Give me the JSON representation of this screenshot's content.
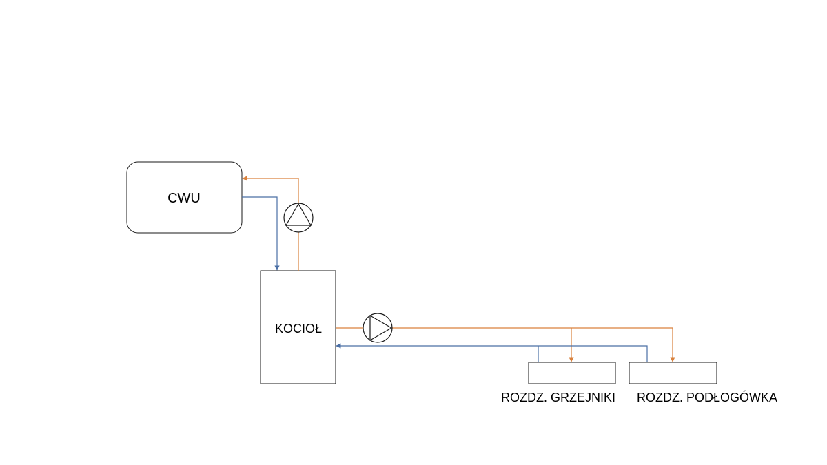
{
  "labels": {
    "cwu": "CWU",
    "boiler": "KOCIOŁ",
    "distributor_radiators": "ROZDZ. GRZEJNIKI",
    "distributor_floor": "ROZDZ. PODŁOGÓWKA"
  },
  "colors": {
    "supply_pipe": "#d9813c",
    "return_pipe": "#4a6fa5",
    "outline": "#1a1a1a"
  },
  "icons": {
    "pump_cwu": "pump-up-icon",
    "pump_heating": "pump-right-icon"
  }
}
